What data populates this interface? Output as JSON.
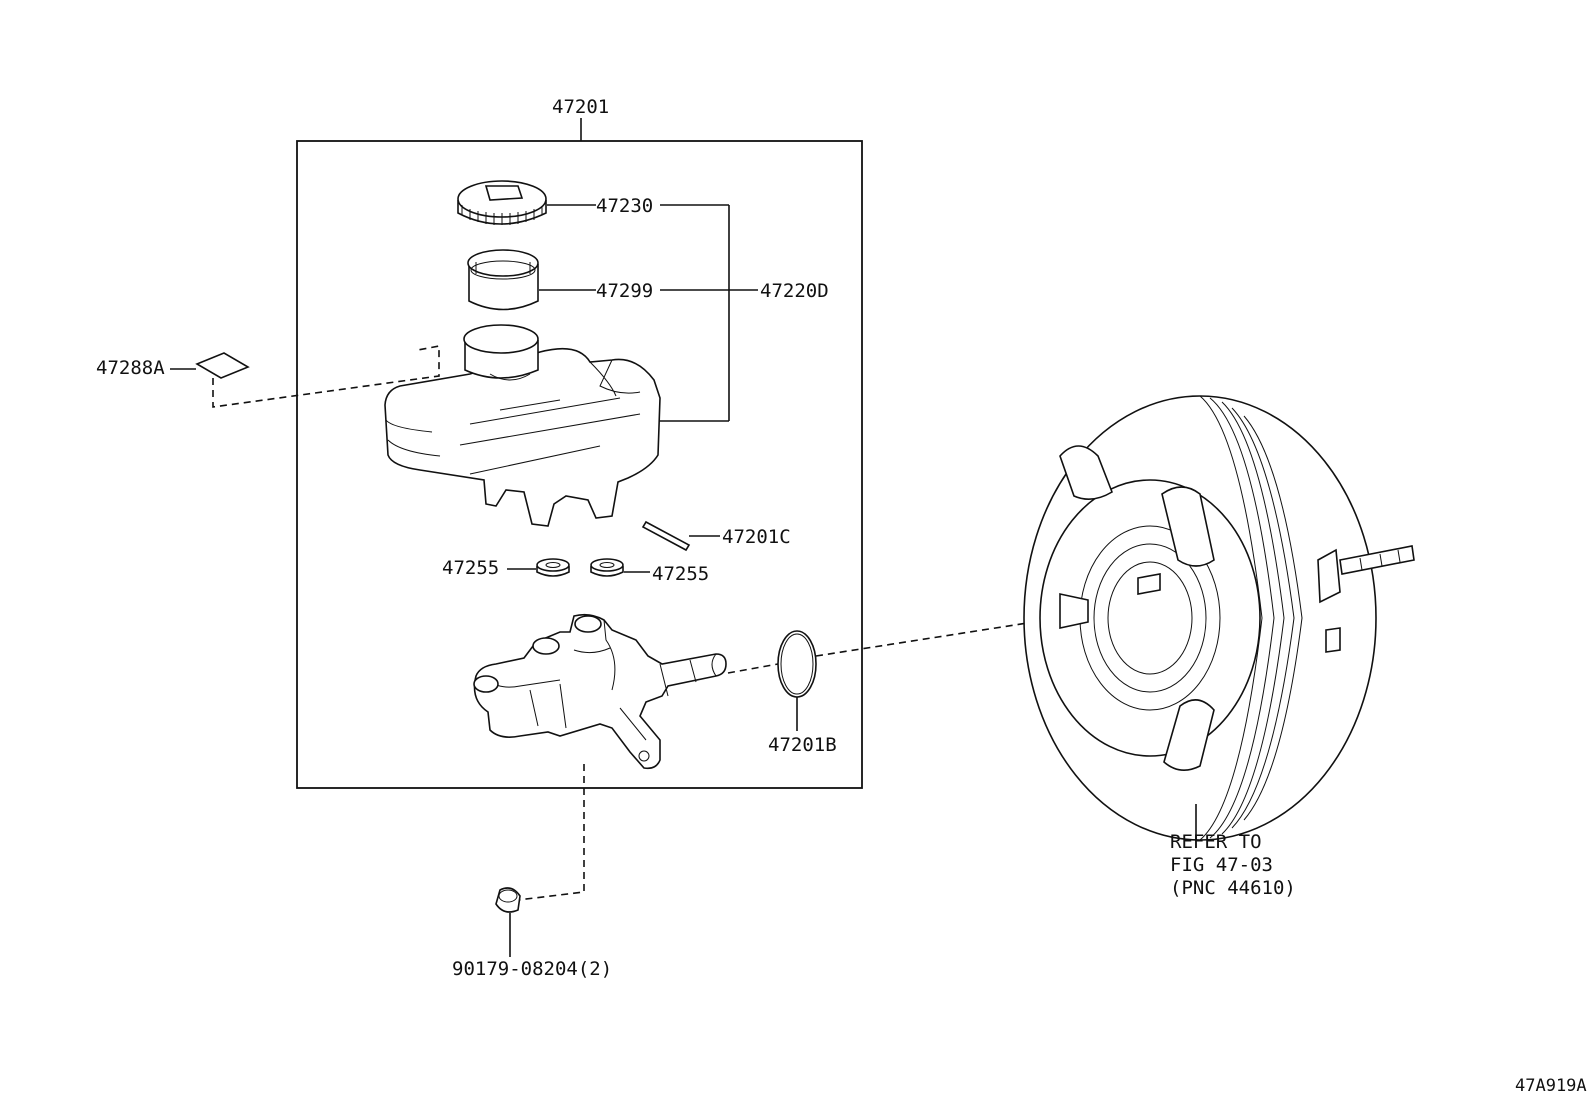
{
  "labels": {
    "assembly": "47201",
    "cap": "47230",
    "strainer": "47299",
    "reservoir_set": "47220D",
    "plate": "47288A",
    "pin": "47201C",
    "grommet_left": "47255",
    "grommet_right": "47255",
    "o_ring": "47201B",
    "plug": "90179-08204(2)",
    "booster_ref_line1": "REFER TO",
    "booster_ref_line2": "FIG 47-03",
    "booster_ref_line3": "(PNC 44610)",
    "figure_code": "47A919A"
  }
}
